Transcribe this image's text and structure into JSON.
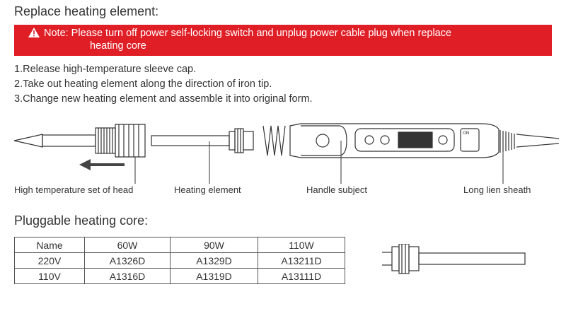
{
  "title": "Replace heating element:",
  "note": {
    "line1": "Note: Please turn off power self-locking switch and unplug power cable plug when replace",
    "line2": "heating core"
  },
  "steps": [
    "1.Release high-temperature sleeve cap.",
    "2.Take out heating element along the direction of iron tip.",
    "3.Change new heating element and assemble it into original form."
  ],
  "labels": {
    "head": "High temperature set of head",
    "element": "Heating element",
    "handle": "Handle subject",
    "sheath": "Long lien sheath"
  },
  "subtitle": "Pluggable heating core:",
  "table": {
    "header": [
      "Name",
      "60W",
      "90W",
      "110W"
    ],
    "rows": [
      [
        "220V",
        "A1326D",
        "A1329D",
        "A13211D"
      ],
      [
        "110V",
        "A1316D",
        "A1319D",
        "A13111D"
      ]
    ]
  },
  "colors": {
    "banner": "#e01e26",
    "text": "#333333"
  }
}
